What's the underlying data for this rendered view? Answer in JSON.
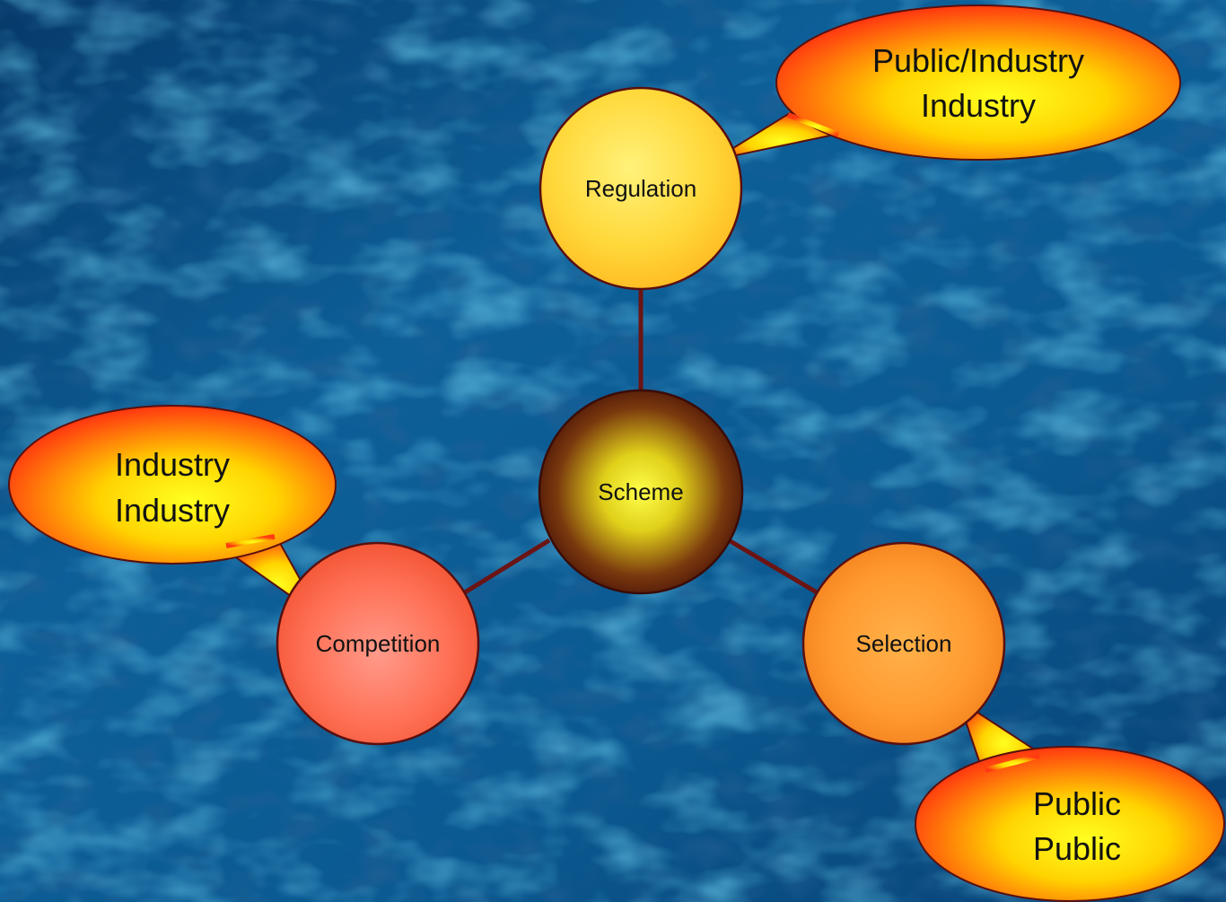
{
  "diagram": {
    "center": {
      "label": "Scheme"
    },
    "nodes": [
      {
        "id": "regulation",
        "label": "Regulation"
      },
      {
        "id": "competition",
        "label": "Competition"
      },
      {
        "id": "selection",
        "label": "Selection"
      }
    ],
    "callouts": [
      {
        "id": "regulation",
        "lines": [
          "Public/Industry",
          "Industry"
        ]
      },
      {
        "id": "competition",
        "lines": [
          "Industry",
          "Industry"
        ]
      },
      {
        "id": "selection",
        "lines": [
          "Public",
          "Public"
        ]
      }
    ]
  },
  "colors": {
    "background": "#0b4f86",
    "connector": "#6b1414",
    "outline": "#5a0f0f",
    "text": "#111111"
  }
}
